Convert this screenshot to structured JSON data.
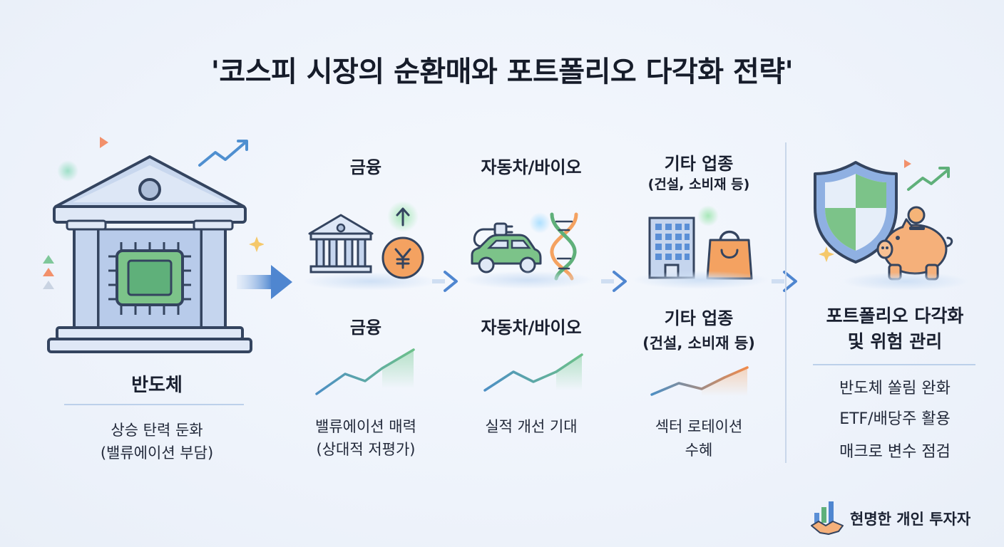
{
  "title": "'코스피 시장의 순환매와 포트폴리오 다각화 전략'",
  "columns": [
    {
      "label": "반도체",
      "desc_line1": "상승 탄력 둔화",
      "desc_line2": "(밸류에이션 부담)"
    },
    {
      "label_top": "금융",
      "label_bottom": "금융",
      "desc_line1": "밸류에이션 매력",
      "desc_line2": "(상대적 저평가)"
    },
    {
      "label_top": "자동차/바이오",
      "label_bottom": "자동차/바이오",
      "desc_line1": "실적 개선 기대"
    },
    {
      "label_top_line1": "기타 업종",
      "label_top_line2": "(건설, 소비재 등)",
      "label_bottom_line1": "기타 업종",
      "label_bottom_line2": "(건설, 소비재 등)",
      "desc_line1": "섹터 로테이션",
      "desc_line2": "수혜"
    }
  ],
  "portfolio": {
    "title_line1": "포트폴리오 다각화",
    "title_line2": "및 위험 관리",
    "items": [
      "반도체 쏠림 완화",
      "ETF/배당주 활용",
      "매크로 변수 점검"
    ]
  },
  "brand": {
    "name": "현명한 개인 투자자"
  },
  "icons": {
    "col0": "bank-with-chip-icon",
    "col1": [
      "bank-icon",
      "yen-coin-icon"
    ],
    "col2": [
      "electric-car-icon",
      "dna-icon"
    ],
    "col3": [
      "office-building-icon",
      "shopping-bag-icon"
    ],
    "portfolio": [
      "shield-icon",
      "piggy-bank-icon"
    ],
    "brand": "handshake-chart-icon"
  },
  "colors": {
    "accent_green": "#5fb07a",
    "accent_blue": "#5a8fd6",
    "accent_orange": "#f4a261",
    "line_blue": "#4d8fc4",
    "line_green": "#5ab87a"
  }
}
